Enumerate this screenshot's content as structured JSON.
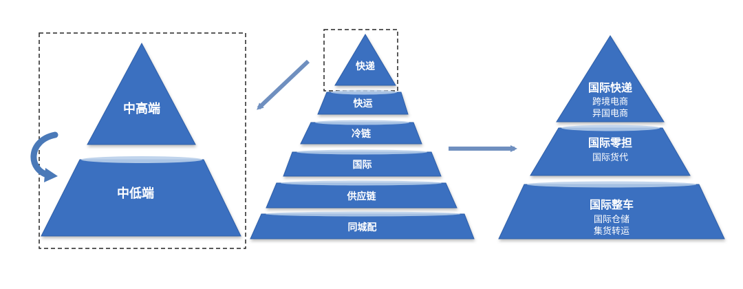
{
  "left_pyramid": {
    "top_label": "中高端",
    "bottom_label": "中低端"
  },
  "center_pyramid": {
    "tiers": [
      "快递",
      "快运",
      "冷链",
      "国际",
      "供应链",
      "同城配"
    ]
  },
  "right_pyramid": {
    "tiers": [
      {
        "title": "国际快递",
        "lines": [
          "跨境电商",
          "异国电商"
        ]
      },
      {
        "title": "国际零担",
        "lines": [
          "国际货代"
        ]
      },
      {
        "title": "国际整车",
        "lines": [
          "国际仓储",
          "集货转运"
        ]
      }
    ]
  },
  "colors": {
    "shape_fill": "#3a6fc0",
    "shape_edge": "#2f5fa8",
    "highlight": "#b9cfea",
    "arrow": "#6f8fbf",
    "frame": "#222222",
    "text": "#ffffff"
  }
}
